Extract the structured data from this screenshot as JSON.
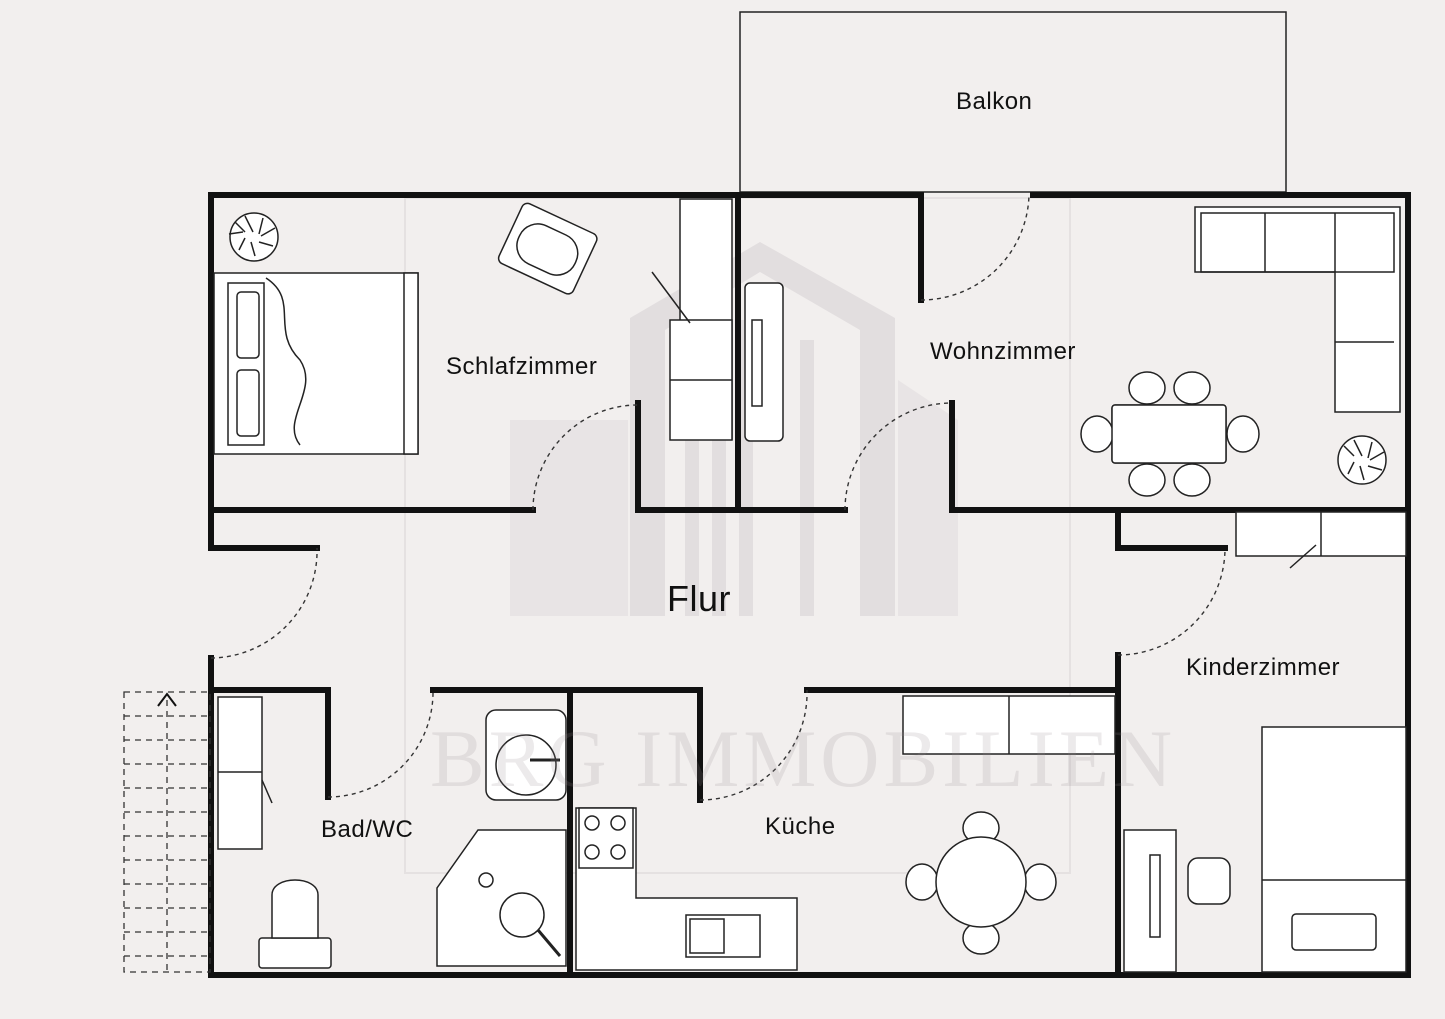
{
  "rooms": {
    "balkon": "Balkon",
    "schlafzimmer": "Schlafzimmer",
    "wohnzimmer": "Wohnzimmer",
    "flur": "Flur",
    "kinderzimmer": "Kinderzimmer",
    "bad": "Bad/WC",
    "kueche": "Küche"
  },
  "watermark": "BRG IMMOBILIEN",
  "colors": {
    "background": "#f2efee",
    "wall": "#111111",
    "furniture_fill": "#ffffff",
    "watermark": "#d9d4d6"
  }
}
